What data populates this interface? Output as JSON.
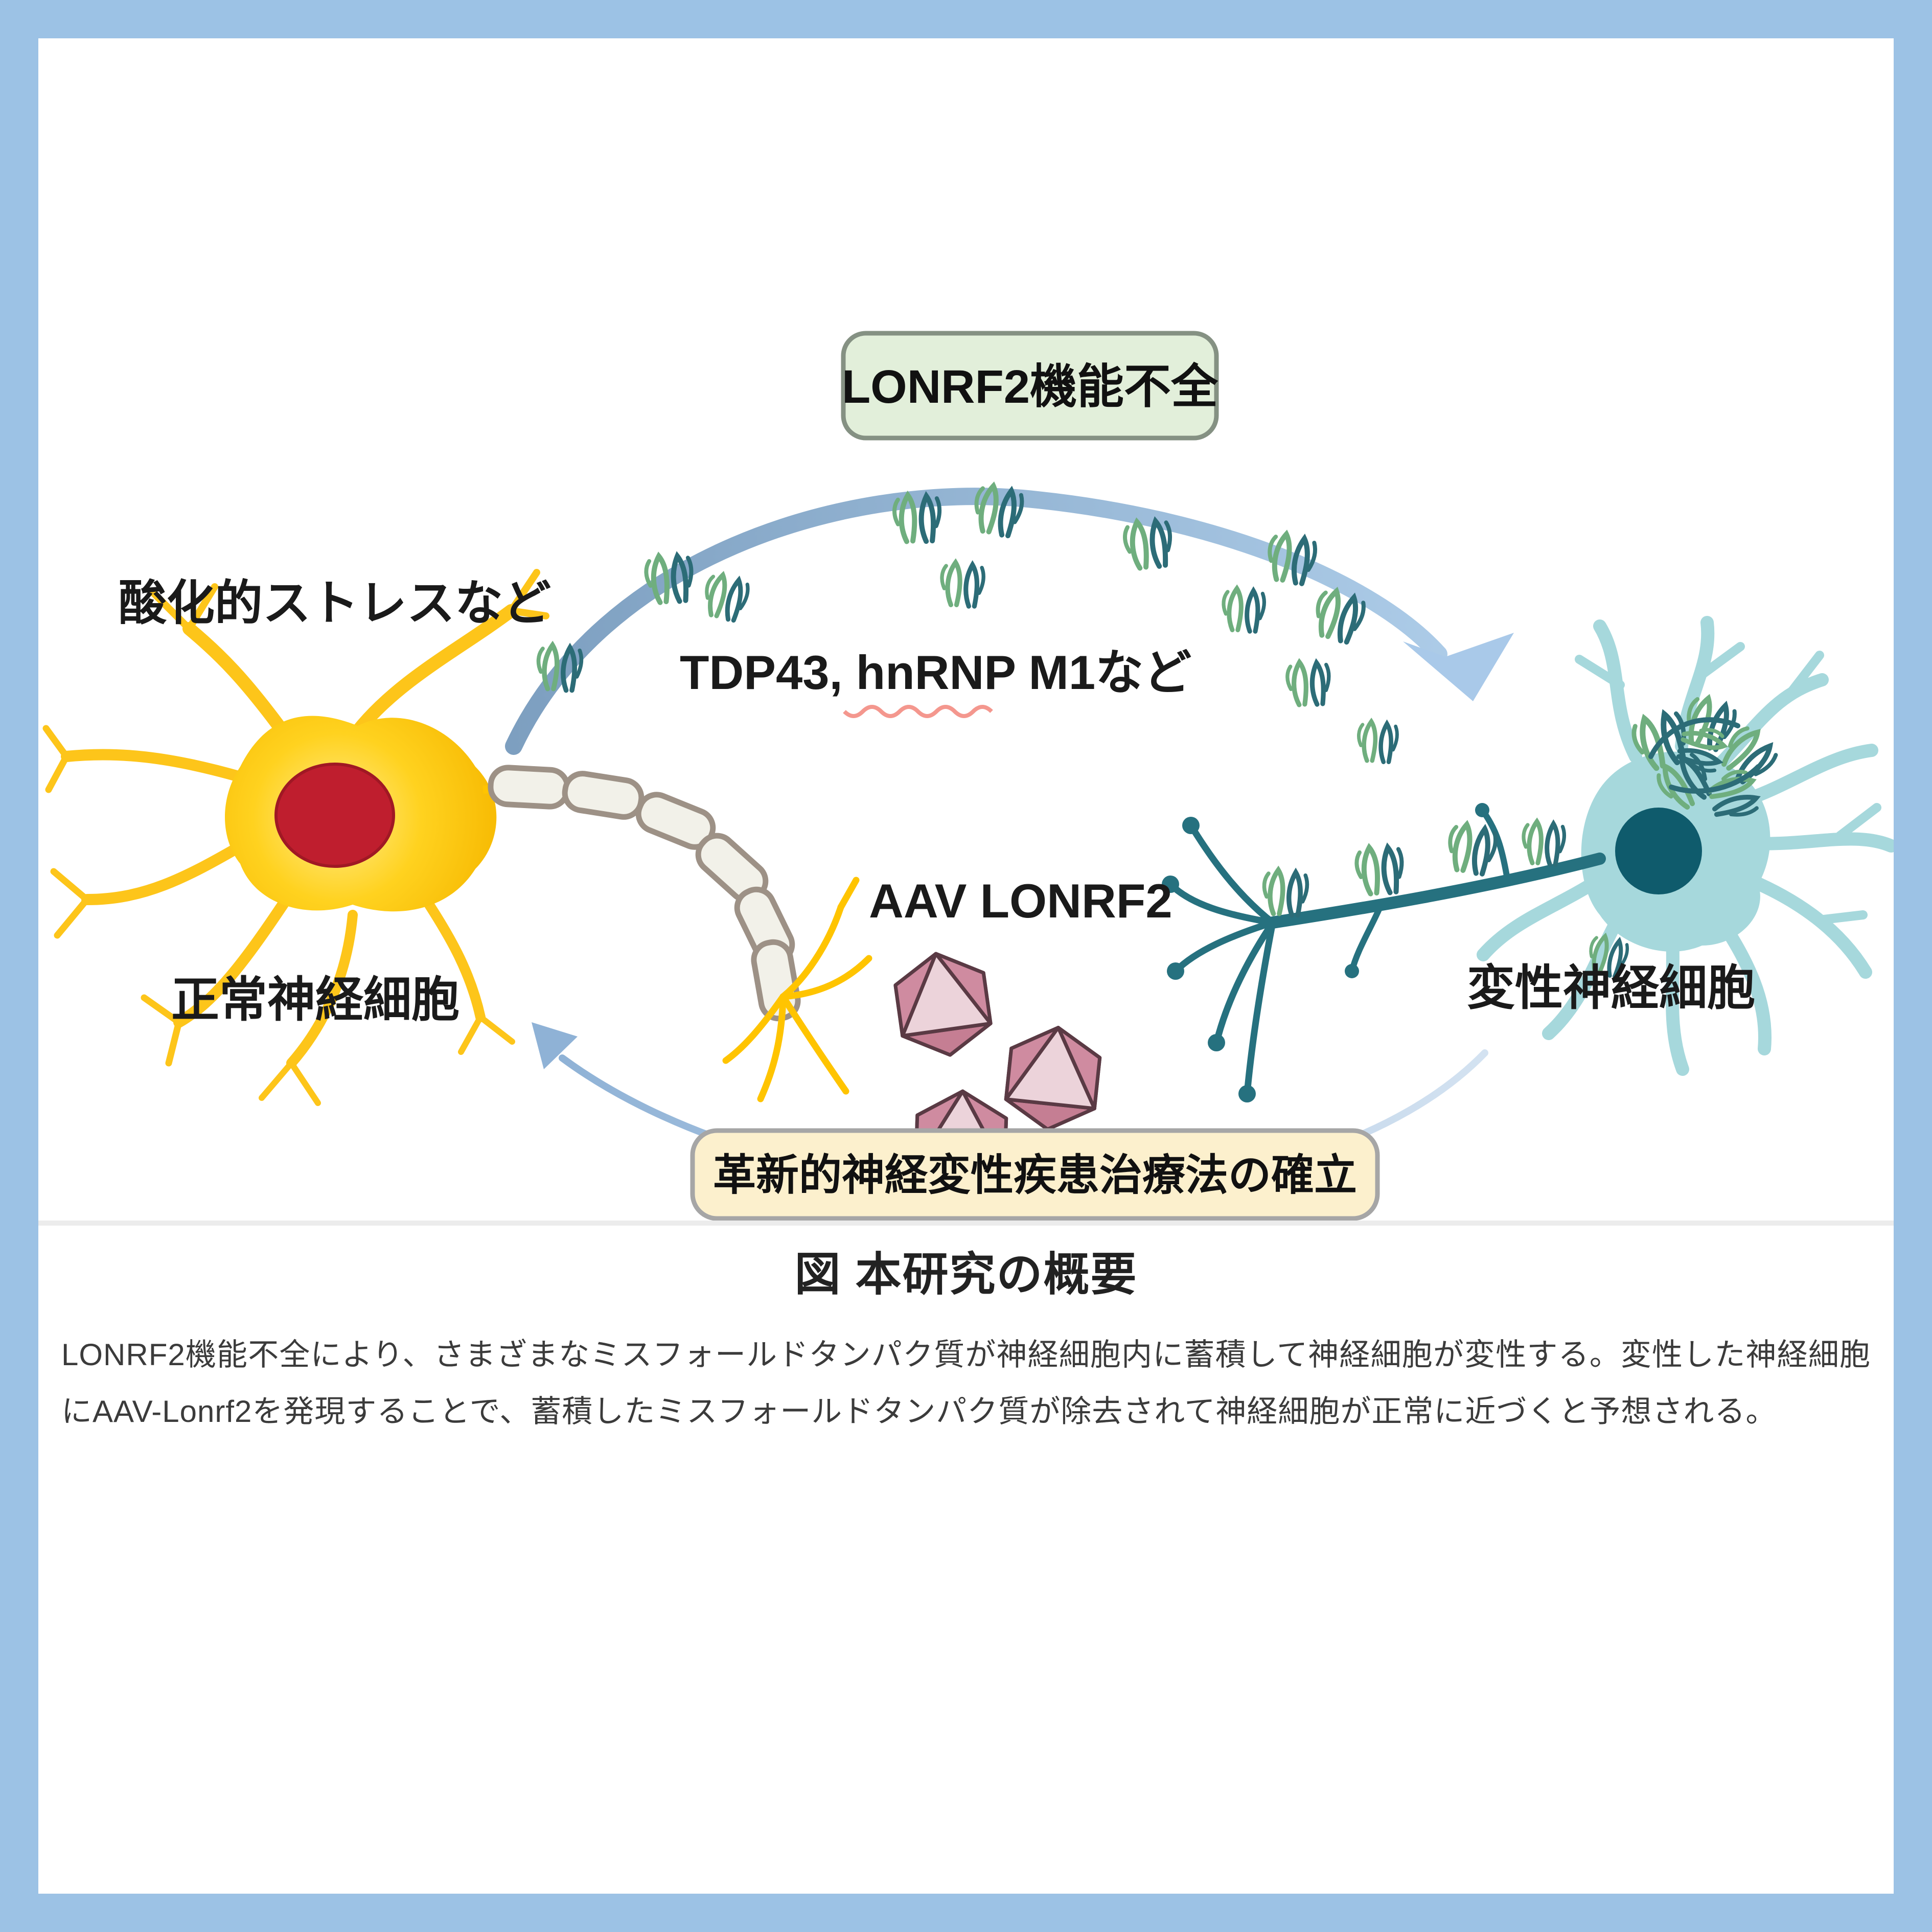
{
  "article": {
    "caption": "図 本研究の概要",
    "description": "LONRF2機能不全により、さまざまなミスフォールドタンパク質が神経細胞内に蓄積して神経細胞が変性する。変性した神経細胞にAAV-Lonrf2を発現することで、蓄積したミスフォールドタンパク質が除去されて神経細胞が正常に近づくと予想される。"
  },
  "figure": {
    "dysfunction_box_label": "LONRF2機能不全",
    "oxidative_stress_label": "酸化的ストレスなど",
    "proteins_label": {
      "prefix": "TDP43, ",
      "underlined": "hnRNP",
      "suffix": " M1など"
    },
    "aav_label": "AAV LONRF2",
    "normal_neuron_label": "正常神経細胞",
    "degenerated_neuron_label": "変性神経細胞",
    "treatment_box_label": "革新的神経変性疾患治療法の確立",
    "colors": {
      "frame_blue": "#9cc2e5",
      "dysfunction_box_fill": "#e2efda",
      "dysfunction_box_border": "#859183",
      "treatment_box_fill": "#fcf0cd",
      "treatment_box_border": "#a6a6a6",
      "arrow_blue_light": "#a9c9e9",
      "arrow_blue_dark": "#7d9fc0",
      "normal_neuron_yellow": "#fdc51a",
      "nucleus_red": "#bf1e2e",
      "myelin_cream": "#f2f1e9",
      "degenerated_neuron_teal": "#a6d8dc",
      "degenerated_axon_teal": "#26717f",
      "aggregate_green": "#6fae7e",
      "aggregate_teal": "#2c6c77",
      "capsid_pink": "#cf8ba0",
      "wavy_underline_red": "#f4978e"
    }
  }
}
